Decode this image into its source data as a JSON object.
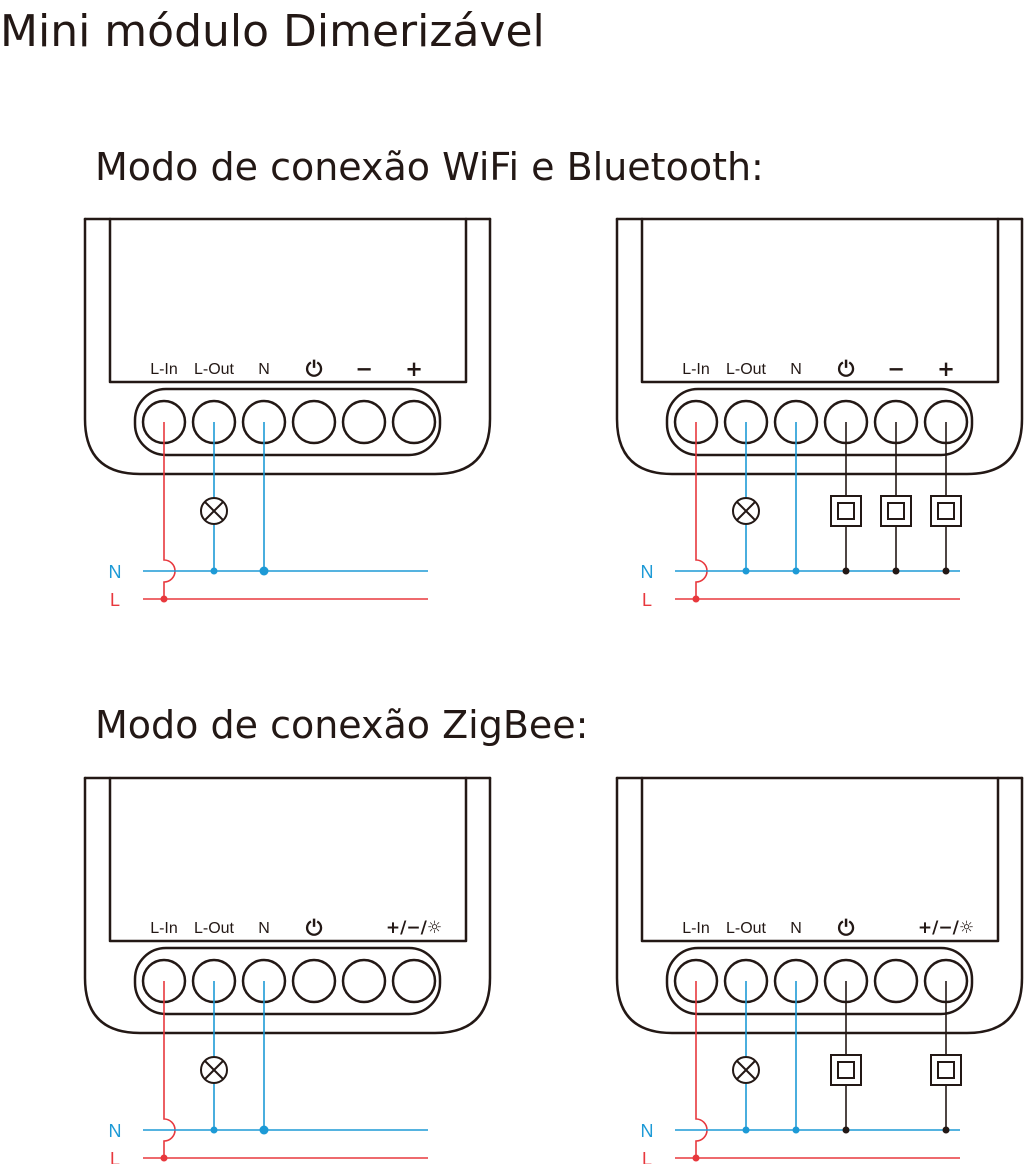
{
  "title": "Mini módulo Dimerizável",
  "sections": [
    {
      "heading": "Modo de conexão WiFi e Bluetooth:",
      "panels": [
        {
          "terminals": [
            "L-In",
            "L-Out",
            "N",
            "⏻",
            "−",
            "+"
          ],
          "switches": []
        },
        {
          "terminals": [
            "L-In",
            "L-Out",
            "N",
            "⏻",
            "−",
            "+"
          ],
          "switches": [
            3,
            4,
            5
          ]
        }
      ]
    },
    {
      "heading": "Modo de conexão ZigBee:",
      "panels": [
        {
          "terminals": [
            "L-In",
            "L-Out",
            "N",
            "⏻",
            "",
            "+/−/☼"
          ],
          "switches": []
        },
        {
          "terminals": [
            "L-In",
            "L-Out",
            "N",
            "⏻",
            "",
            "+/−/☼"
          ],
          "switches": [
            3,
            5
          ]
        }
      ]
    }
  ],
  "wires": {
    "neutral_label": "N",
    "live_label": "L",
    "neutral_color": "#1d9ad6",
    "live_color": "#e8383d",
    "outline_color": "#231815"
  }
}
